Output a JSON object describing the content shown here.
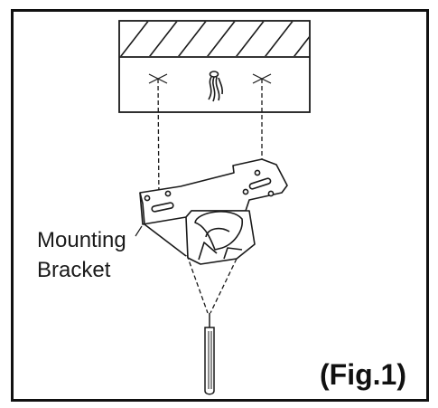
{
  "figure": {
    "label_line1": "Mounting",
    "label_line2": "Bracket",
    "caption": "(Fig.1)",
    "stroke_color": "#1a1a1a",
    "background_color": "#ffffff",
    "icons": [
      "ceiling-hatch",
      "wire-bundle",
      "screw-mark",
      "mounting-bracket",
      "screwdriver"
    ]
  }
}
